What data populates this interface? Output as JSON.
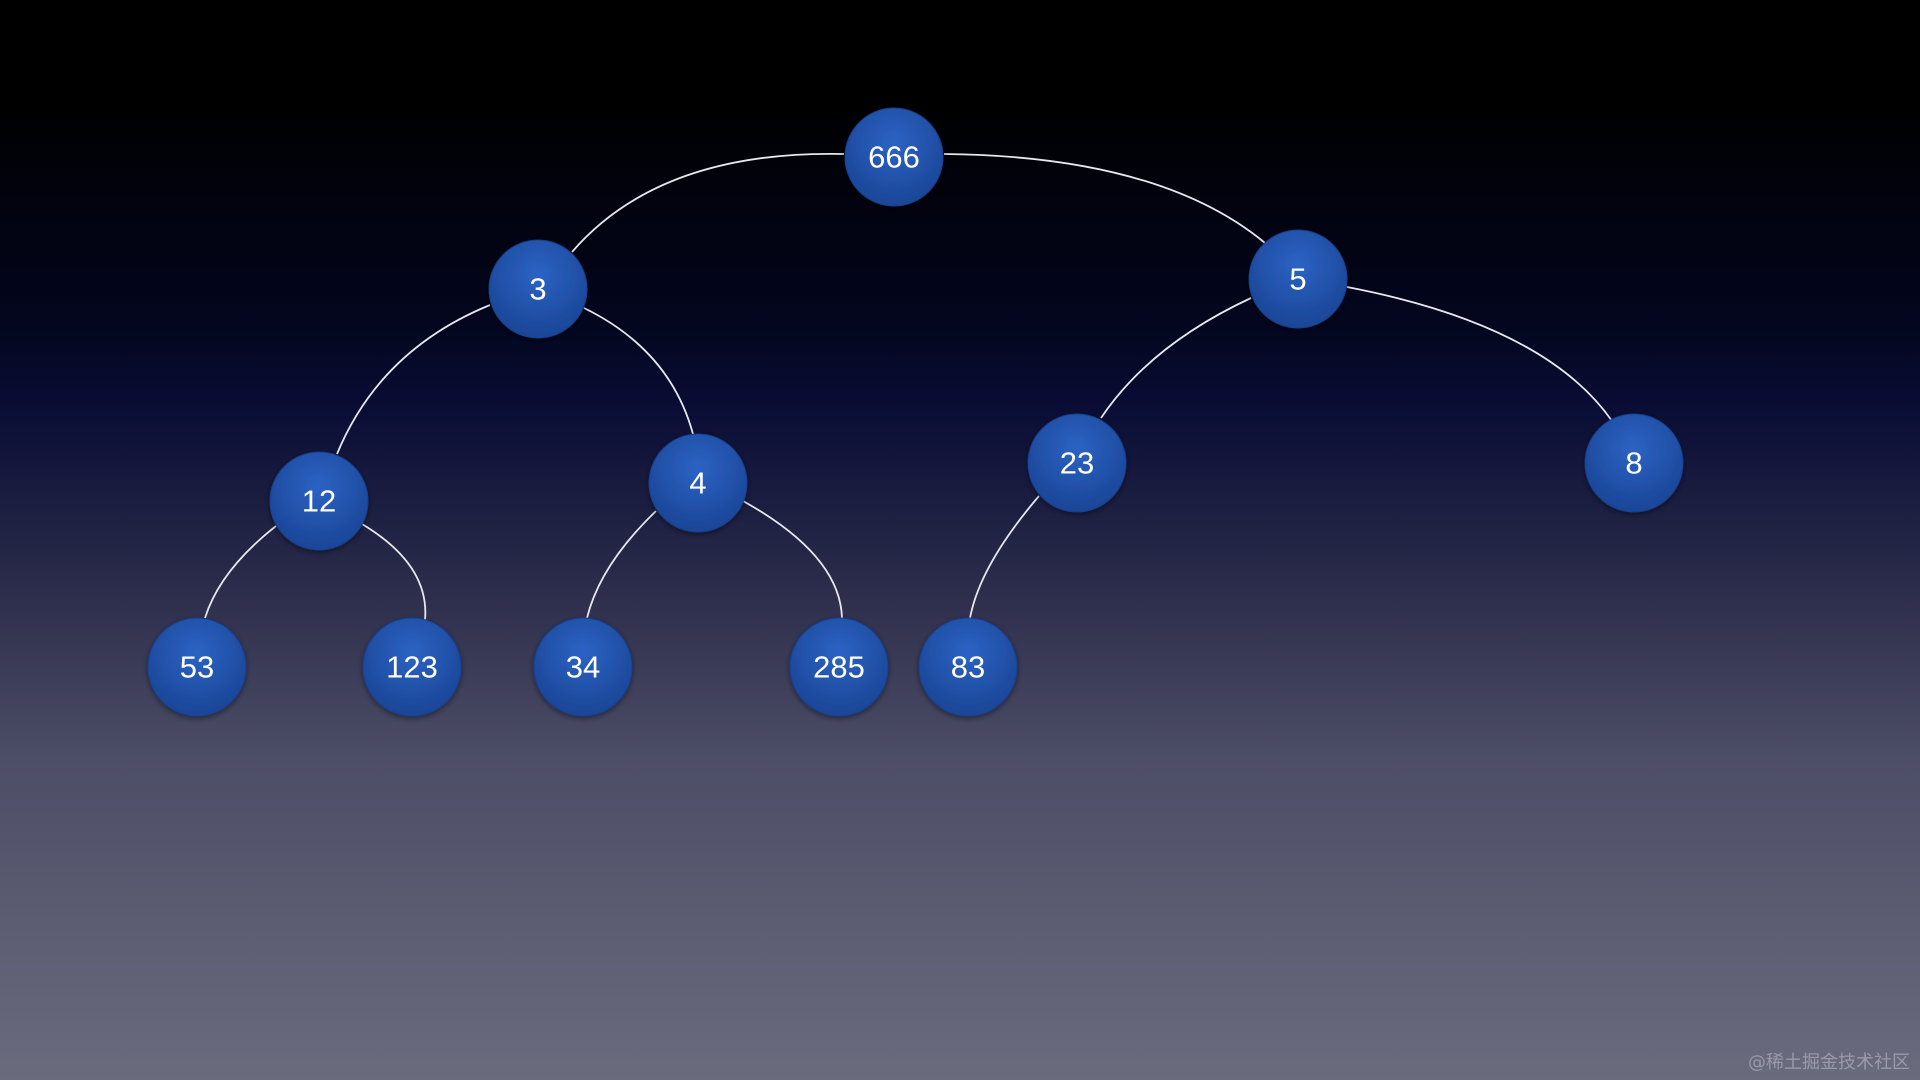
{
  "tree": {
    "nodes": [
      {
        "id": "n666",
        "label": "666"
      },
      {
        "id": "n3",
        "label": "3"
      },
      {
        "id": "n5",
        "label": "5"
      },
      {
        "id": "n12",
        "label": "12"
      },
      {
        "id": "n4",
        "label": "4"
      },
      {
        "id": "n23",
        "label": "23"
      },
      {
        "id": "n8",
        "label": "8"
      },
      {
        "id": "n53",
        "label": "53"
      },
      {
        "id": "n123",
        "label": "123"
      },
      {
        "id": "n34",
        "label": "34"
      },
      {
        "id": "n285",
        "label": "285"
      },
      {
        "id": "n83",
        "label": "83"
      }
    ],
    "edges": [
      {
        "from": "n666",
        "to": "n3"
      },
      {
        "from": "n666",
        "to": "n5"
      },
      {
        "from": "n3",
        "to": "n12"
      },
      {
        "from": "n3",
        "to": "n4"
      },
      {
        "from": "n5",
        "to": "n23"
      },
      {
        "from": "n5",
        "to": "n8"
      },
      {
        "from": "n12",
        "to": "n53"
      },
      {
        "from": "n12",
        "to": "n123"
      },
      {
        "from": "n4",
        "to": "n34"
      },
      {
        "from": "n4",
        "to": "n285"
      },
      {
        "from": "n23",
        "to": "n83"
      }
    ]
  },
  "colors": {
    "node_fill_light": "#2a5ebd",
    "node_fill_dark": "#1a4494",
    "edge": "#e6e8ef",
    "label": "#ffffff"
  },
  "watermark": "@稀土掘金技术社区"
}
